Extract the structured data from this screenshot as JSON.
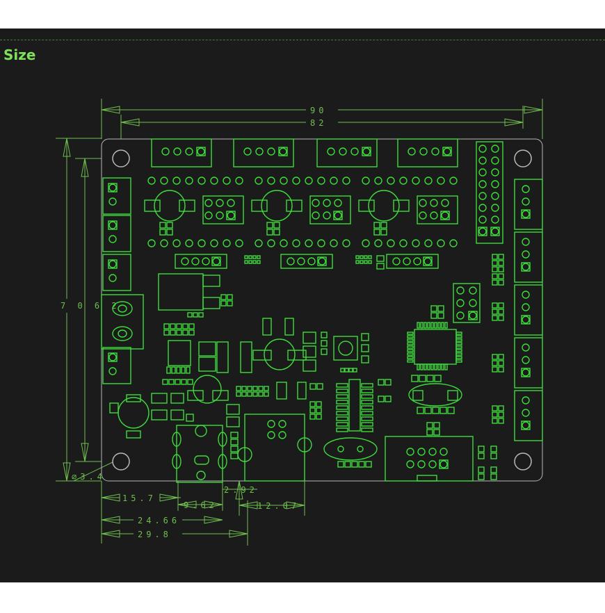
{
  "section": {
    "title": "Size"
  },
  "dimensions": {
    "width_outer": "90",
    "width_holes": "82",
    "height": "7 0 6 2",
    "hole_diameter": "∅3.4",
    "dc_jack_offset": "15.7",
    "usb_width": "9.62",
    "usb_offset": "2.92",
    "usb_b_width": "12.07",
    "dc_jack_right": "24.66",
    "usb_right": "29.8"
  },
  "colors": {
    "background": "#1b1b1b",
    "heading": "#7fe05a",
    "trace": "#3ddc3a",
    "dimension": "#6fbf4f"
  }
}
